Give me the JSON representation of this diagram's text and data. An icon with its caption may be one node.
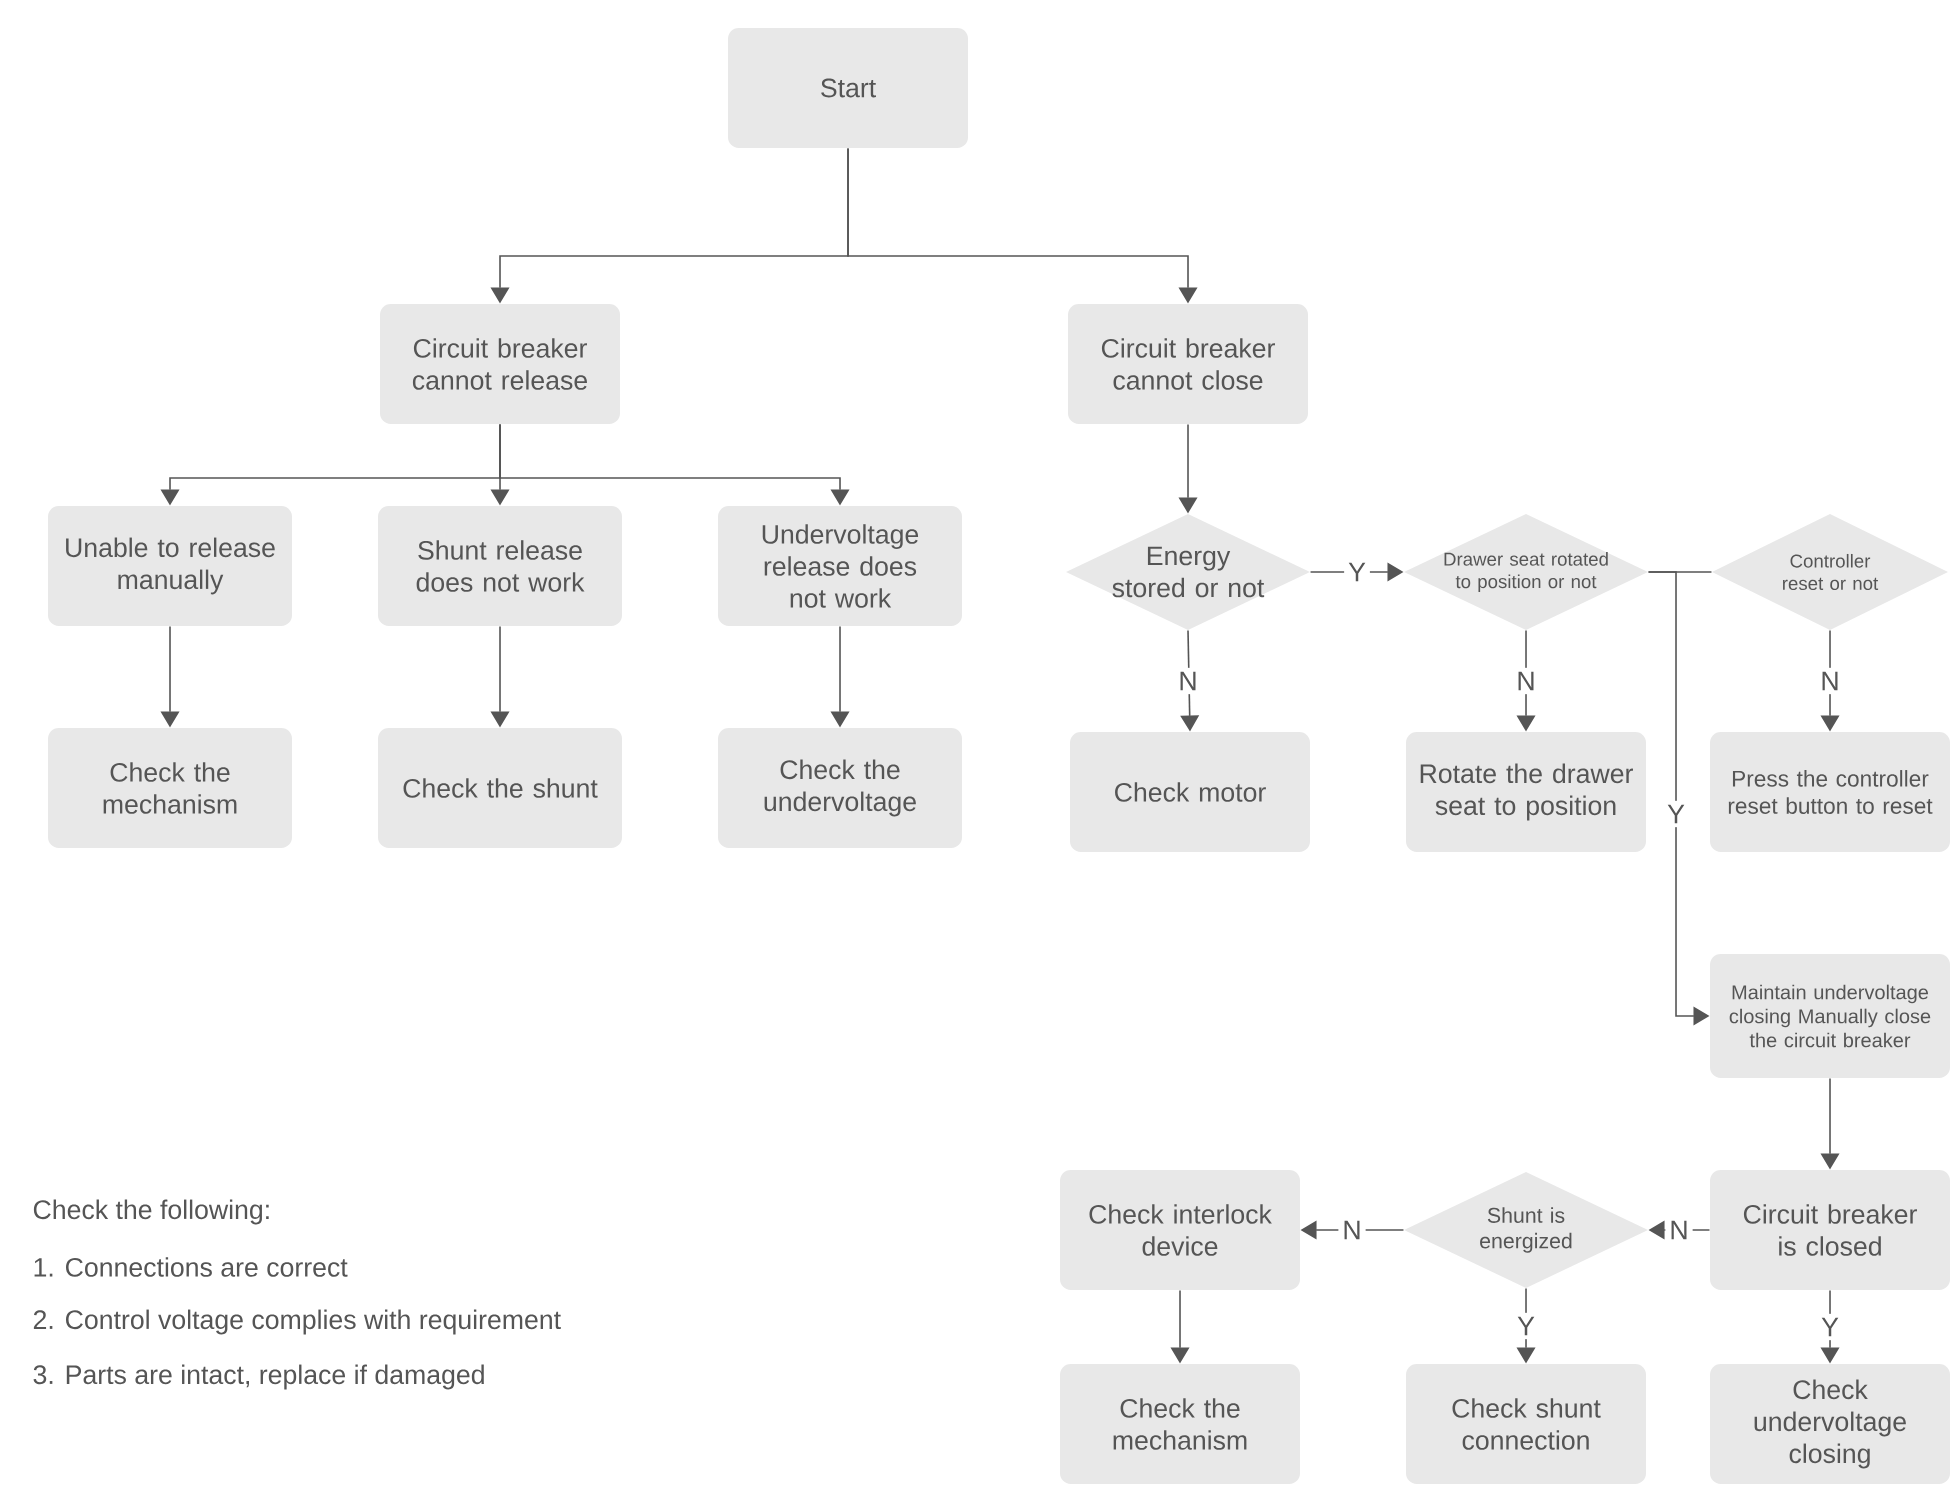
{
  "diagram": {
    "nodes": [
      {
        "text": [
          "Start"
        ]
      },
      {
        "text": [
          "Circuit breaker cannot release"
        ]
      },
      {
        "text": [
          "Circuit breaker cannot close"
        ]
      },
      {
        "text": [
          "Unable to release manually"
        ]
      },
      {
        "text": [
          "Shunt release does not work"
        ]
      },
      {
        "text": [
          "Undervoltage release does not work"
        ]
      },
      {
        "text": [
          "Check the mechanism"
        ]
      },
      {
        "text": [
          "Check the shunt"
        ]
      },
      {
        "text": [
          "Check the undervoltage"
        ]
      },
      {
        "text": [
          "Energy stored or not"
        ]
      },
      {
        "text": [
          "Drawer seat rotated to position or not"
        ]
      },
      {
        "text": [
          "Controller reset or not"
        ]
      },
      {
        "text": [
          "Check motor"
        ]
      },
      {
        "text": [
          "Rotate the drawer seat to position"
        ]
      },
      {
        "text": [
          "Press the controller reset button to reset"
        ]
      },
      {
        "text": [
          "Maintain undervoltage closing Manually close the circuit breaker"
        ]
      },
      {
        "text": [
          "Circuit breaker is closed"
        ]
      },
      {
        "text": [
          "Shunt is energized"
        ]
      },
      {
        "text": [
          "Check interlock device"
        ]
      },
      {
        "text": [
          "Check shunt connection"
        ]
      },
      {
        "text": [
          "Check undervoltage closing"
        ]
      },
      {
        "text": [
          "Check the mechanism"
        ]
      }
    ],
    "edges": [
      {
        "from": 0,
        "to": 1,
        "arrow": "to"
      },
      {
        "from": 0,
        "to": 2,
        "arrow": "to"
      },
      {
        "from": 1,
        "to": 3,
        "arrow": "to"
      },
      {
        "from": 1,
        "to": 4,
        "arrow": "to"
      },
      {
        "from": 1,
        "to": 5,
        "arrow": "to"
      },
      {
        "from": 3,
        "to": 6,
        "arrow": "to"
      },
      {
        "from": 4,
        "to": 7,
        "arrow": "to"
      },
      {
        "from": 5,
        "to": 8,
        "arrow": "to"
      },
      {
        "from": 2,
        "to": 9,
        "arrow": "to"
      },
      {
        "from": 9,
        "to": 10,
        "arrow": "to",
        "label": "Y"
      },
      {
        "from": 9,
        "to": 12,
        "arrow": "to",
        "label": "N"
      },
      {
        "from": 10,
        "to": 13,
        "arrow": "to",
        "label": "N"
      },
      {
        "from": 10,
        "to": 11,
        "arrow": "none"
      },
      {
        "from": 10,
        "to": 15,
        "arrow": "to",
        "label": "Y"
      },
      {
        "from": 11,
        "to": 14,
        "arrow": "to",
        "label": "N"
      },
      {
        "from": 15,
        "to": 16,
        "arrow": "to"
      },
      {
        "from": 16,
        "to": 17,
        "arrow": "to",
        "label": "N"
      },
      {
        "from": 16,
        "to": 20,
        "arrow": "to",
        "label": "Y"
      },
      {
        "from": 17,
        "to": 18,
        "arrow": "to",
        "label": "N"
      },
      {
        "from": 17,
        "to": 19,
        "arrow": "to",
        "label": "Y"
      },
      {
        "from": 18,
        "to": 21,
        "arrow": "to"
      }
    ],
    "labels": [
      "Check the following:",
      "1. Connections are correct",
      "2. Control voltage complies with requirement",
      "3. Parts are intact, replace if damaged"
    ]
  }
}
